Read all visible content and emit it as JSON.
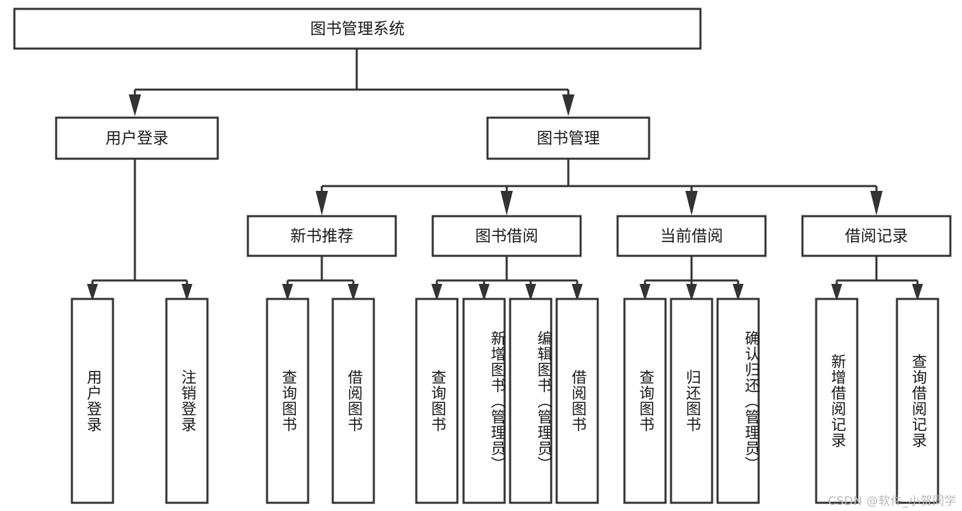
{
  "diagram": {
    "title": "图书管理系统",
    "type": "tree-hierarchy-chart",
    "watermark": "CSDN @软件_小贺同学",
    "colors": {
      "box_stroke": "#333333",
      "box_fill": "#ffffff",
      "text": "#1a1a1a",
      "background": "#ffffff",
      "watermark": "#b8b8b8"
    },
    "root": {
      "label": "图书管理系统"
    },
    "level2": [
      {
        "label": "用户登录"
      },
      {
        "label": "图书管理"
      }
    ],
    "level3": [
      {
        "label": "新书推荐"
      },
      {
        "label": "图书借阅"
      },
      {
        "label": "当前借阅"
      },
      {
        "label": "借阅记录"
      }
    ],
    "leaves": {
      "user_login": [
        {
          "label": "用户登录"
        },
        {
          "label": "注销登录"
        }
      ],
      "new_book_recommend": [
        {
          "label": "查询图书"
        },
        {
          "label": "借阅图书"
        }
      ],
      "book_borrow": [
        {
          "label": "查询图书"
        },
        {
          "label": "新增图书（管理员）"
        },
        {
          "label": "编辑图书（管理员）"
        },
        {
          "label": "借阅图书"
        }
      ],
      "current_borrow": [
        {
          "label": "查询图书"
        },
        {
          "label": "归还图书"
        },
        {
          "label": "确认归还（管理员）"
        }
      ],
      "borrow_record": [
        {
          "label": "新增借阅记录"
        },
        {
          "label": "查询借阅记录"
        }
      ]
    }
  }
}
